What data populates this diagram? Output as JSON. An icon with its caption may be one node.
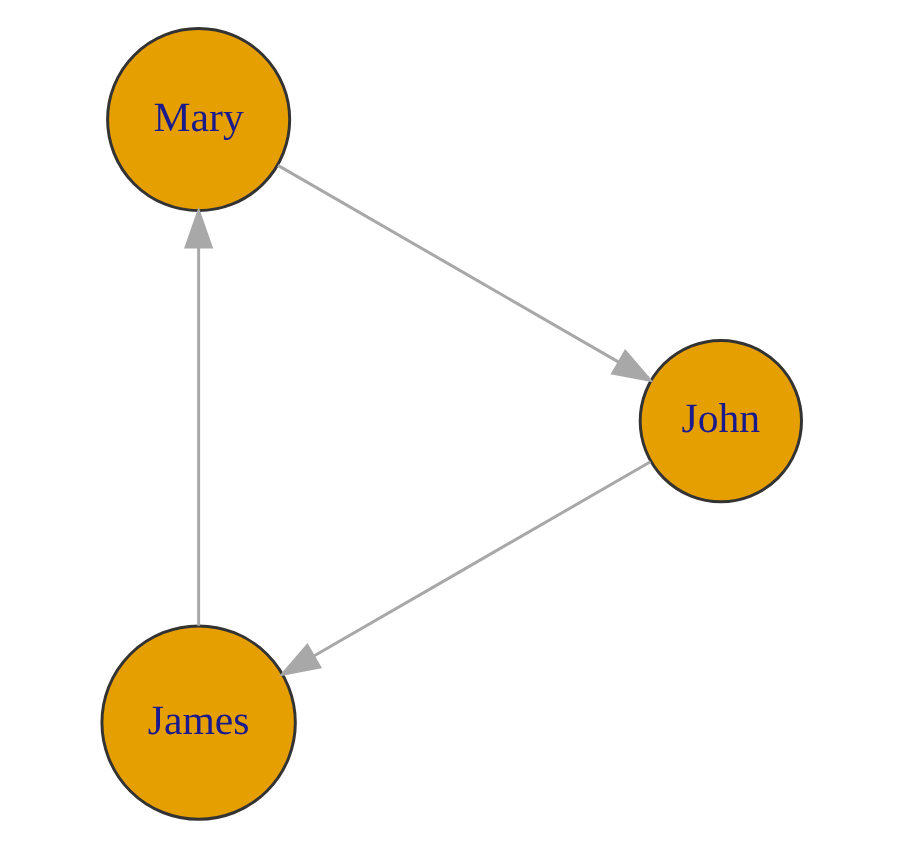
{
  "diagram": {
    "nodes": [
      {
        "text": [
          "James"
        ]
      },
      {
        "text": [
          "Mary"
        ]
      },
      {
        "text": [
          "John"
        ]
      }
    ],
    "edges": [
      {
        "from": 0,
        "to": 1,
        "arrow": "to"
      },
      {
        "from": 1,
        "to": 2,
        "arrow": "to"
      },
      {
        "from": 2,
        "to": 0,
        "arrow": "to"
      }
    ]
  }
}
